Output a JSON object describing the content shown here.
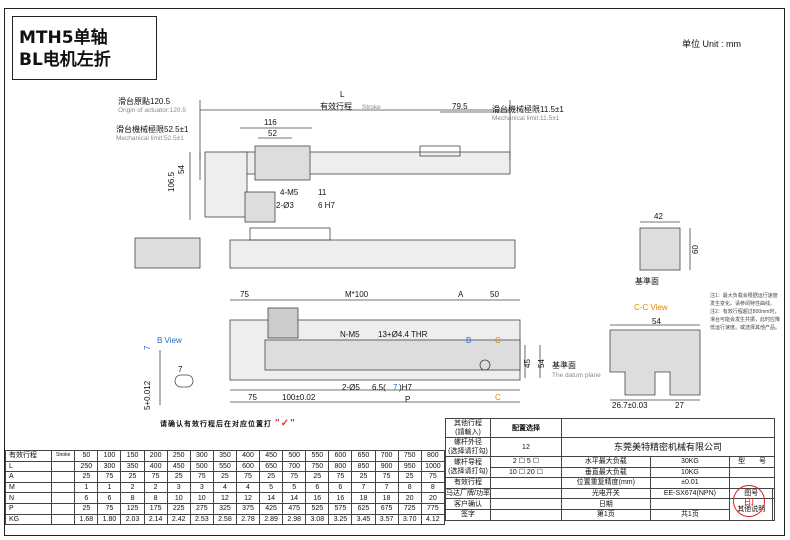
{
  "title_line1": "MTH5单轴",
  "title_line2": "BL电机左折",
  "unit": "单位 Unit : mm",
  "dims": {
    "L": "L",
    "origin": "滑台原點120.5",
    "origin_en": "Origin of actuator:120.5",
    "stroke": "有效行程",
    "stroke_en": "Stroke",
    "d79": "79.5",
    "mech_right": "滑台機械極限11.5±1",
    "mech_right_en": "Mechanical limit:11.5±1",
    "mech_left": "滑台機械極限52.5±1",
    "mech_left_en": "Mechanical limit:52.5±1",
    "d116": "116",
    "d52": "52",
    "d54": "54",
    "d106": "106.5",
    "m5": "4-M5",
    "m5b": "11",
    "o3": "2-Ø3",
    "o3b": "6 H7",
    "d42": "42",
    "d60": "60",
    "datum": "基準面",
    "datum_en": "The datum plane",
    "d75": "75",
    "m100": "M*100",
    "dA": "A",
    "d50": "50",
    "thr": "N-M5",
    "thr2": "13+Ø4.4 THR",
    "bview": "B View",
    "dB": "B",
    "dC": "C",
    "tol": "5+0.012",
    "tol2": "7",
    "d7": "7",
    "d45": "45",
    "d54b": "54",
    "d75b": "75",
    "d100": "100±0.02",
    "o5": "2-Ø5",
    "o5b": "6.5(",
    "o5c": "7",
    "o5d": ")H7",
    "dP": "P",
    "ccview": "C-C View",
    "d54c": "54",
    "d267": "26.7±0.03",
    "d27": "27"
  },
  "notes": [
    "注1：最大负载会根据运行速度发生变化。请参阅特性曲线。",
    "注2：有效行程超过800mm时，滑台可能会发生共振，此时应降低运行速度。或选择其他产品。"
  ],
  "confirm_note": "请确认有效行程后在对应位置打",
  "check": "\"✓\"",
  "spec_rows": [
    {
      "h": "有效行程",
      "sub": "Stroke",
      "v": [
        "50",
        "100",
        "150",
        "200",
        "250",
        "300",
        "350",
        "400",
        "450",
        "500",
        "550",
        "600",
        "650",
        "700",
        "750",
        "800"
      ]
    },
    {
      "h": "L",
      "v": [
        "250",
        "300",
        "350",
        "400",
        "450",
        "500",
        "550",
        "600",
        "650",
        "700",
        "750",
        "800",
        "850",
        "900",
        "950",
        "1000"
      ]
    },
    {
      "h": "A",
      "v": [
        "25",
        "75",
        "25",
        "75",
        "25",
        "75",
        "25",
        "75",
        "25",
        "75",
        "25",
        "75",
        "25",
        "75",
        "25",
        "75"
      ]
    },
    {
      "h": "M",
      "v": [
        "1",
        "1",
        "2",
        "2",
        "3",
        "3",
        "4",
        "4",
        "5",
        "5",
        "6",
        "6",
        "7",
        "7",
        "8",
        "8"
      ]
    },
    {
      "h": "N",
      "v": [
        "6",
        "6",
        "8",
        "8",
        "10",
        "10",
        "12",
        "12",
        "14",
        "14",
        "16",
        "16",
        "18",
        "18",
        "20",
        "20"
      ]
    },
    {
      "h": "P",
      "v": [
        "25",
        "75",
        "125",
        "175",
        "225",
        "275",
        "325",
        "375",
        "425",
        "475",
        "525",
        "575",
        "625",
        "675",
        "725",
        "775"
      ]
    },
    {
      "h": "KG",
      "v": [
        "1.68",
        "1.80",
        "2.03",
        "2.14",
        "2.42",
        "2.53",
        "2.58",
        "2.78",
        "2.89",
        "2.98",
        "3.08",
        "3.25",
        "3.45",
        "3.57",
        "3.70",
        "4.12"
      ]
    }
  ],
  "right": {
    "other_stroke": "其他行程",
    "other_stroke2": "(請輸入)",
    "config": "配置选择",
    "screw_od": "螺杆外径",
    "screw_od2": "(选择请打勾)",
    "screw_od_val": "12",
    "screw_lead": "螺杆导程",
    "screw_lead2": "(选择请打勾)",
    "leads": [
      "2",
      "5",
      "10",
      "20"
    ],
    "stroke_cfg": "有效行程",
    "motor": "马达厂牌/功率",
    "customer": "客户确认",
    "sign": "签字",
    "company": "东莞美特精密机械有限公司",
    "hmax": "水平最大负载",
    "hmax_v": "30KG",
    "vmax": "垂直最大负载",
    "vmax_v": "10KG",
    "rep": "位置重复精度(mm)",
    "rep_v": "±0.01",
    "sensor": "光电开关",
    "sensor_v": "EE-SX674(NPN)",
    "model": "型　　号",
    "drawing": "图号",
    "date": "日期",
    "page": "第1页",
    "total": "共1页",
    "other": "其他说明"
  },
  "stamp": "印"
}
